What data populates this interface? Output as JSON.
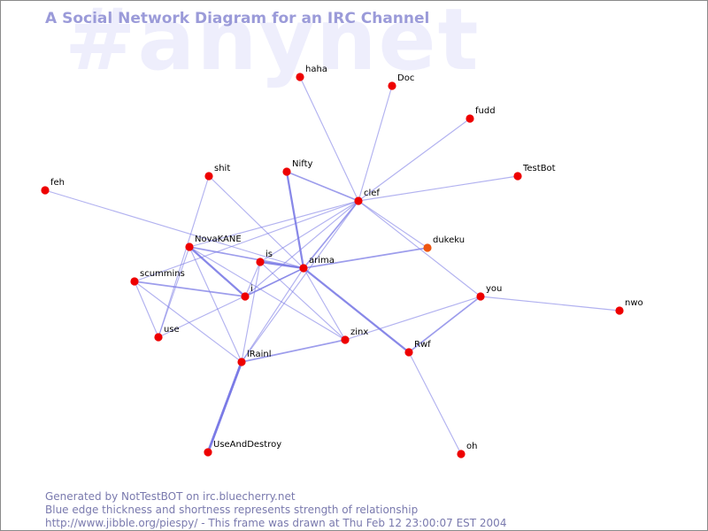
{
  "watermark": "#anynet",
  "title": "A Social Network Diagram for an IRC Channel",
  "footer": {
    "line1": "Generated by NotTestBOT on irc.bluecherry.net",
    "line2": "Blue edge thickness and shortness represents strength of relationship",
    "line3": "http://www.jibble.org/piespy/ - This frame was drawn at Thu Feb 12 23:00:07 EST 2004"
  },
  "colors": {
    "node": "#ee0000",
    "node_highlight": "#ee5511",
    "edge": "#7b7be6",
    "watermark": "#eeeefc",
    "title": "#9b9bd9",
    "footer": "#7a7aae"
  },
  "nodes": [
    {
      "id": "haha",
      "label": "haha"
    },
    {
      "id": "Doc",
      "label": "Doc"
    },
    {
      "id": "fudd",
      "label": "fudd"
    },
    {
      "id": "TestBot",
      "label": "TestBot"
    },
    {
      "id": "feh",
      "label": "feh"
    },
    {
      "id": "shit",
      "label": "shit"
    },
    {
      "id": "Nifty",
      "label": "Nifty"
    },
    {
      "id": "clef",
      "label": "clef"
    },
    {
      "id": "dukeku",
      "label": "dukeku",
      "highlight": true
    },
    {
      "id": "NovaKANE",
      "label": "NovaKANE"
    },
    {
      "id": "is",
      "label": "is"
    },
    {
      "id": "arima",
      "label": "arima"
    },
    {
      "id": "scummins",
      "label": "scummins"
    },
    {
      "id": "i",
      "label": "i"
    },
    {
      "id": "you",
      "label": "you"
    },
    {
      "id": "nwo",
      "label": "nwo"
    },
    {
      "id": "use",
      "label": "use"
    },
    {
      "id": "zinx",
      "label": "zinx"
    },
    {
      "id": "Rwf",
      "label": "Rwf"
    },
    {
      "id": "IRainI",
      "label": "lRainl"
    },
    {
      "id": "UseAndDestroy",
      "label": "UseAndDestroy"
    },
    {
      "id": "oh",
      "label": "oh"
    }
  ],
  "edges": [
    {
      "source": "haha",
      "target": "clef",
      "strength": 1
    },
    {
      "source": "Doc",
      "target": "clef",
      "strength": 1
    },
    {
      "source": "fudd",
      "target": "clef",
      "strength": 1
    },
    {
      "source": "TestBot",
      "target": "clef",
      "strength": 1
    },
    {
      "source": "feh",
      "target": "arima",
      "strength": 1
    },
    {
      "source": "clef",
      "target": "arima",
      "strength": 2
    },
    {
      "source": "clef",
      "target": "NovaKANE",
      "strength": 1
    },
    {
      "source": "clef",
      "target": "is",
      "strength": 1
    },
    {
      "source": "clef",
      "target": "i",
      "strength": 1
    },
    {
      "source": "clef",
      "target": "scummins",
      "strength": 1
    },
    {
      "source": "clef",
      "target": "dukeku",
      "strength": 1
    },
    {
      "source": "clef",
      "target": "you",
      "strength": 1
    },
    {
      "source": "clef",
      "target": "IRainI",
      "strength": 1
    },
    {
      "source": "Nifty",
      "target": "clef",
      "strength": 2
    },
    {
      "source": "Nifty",
      "target": "arima",
      "strength": 3
    },
    {
      "source": "shit",
      "target": "arima",
      "strength": 1
    },
    {
      "source": "shit",
      "target": "use",
      "strength": 1
    },
    {
      "source": "arima",
      "target": "dukeku",
      "strength": 2
    },
    {
      "source": "arima",
      "target": "is",
      "strength": 3
    },
    {
      "source": "arima",
      "target": "NovaKANE",
      "strength": 2
    },
    {
      "source": "arima",
      "target": "i",
      "strength": 2
    },
    {
      "source": "arima",
      "target": "Rwf",
      "strength": 3
    },
    {
      "source": "arima",
      "target": "IRainI",
      "strength": 1
    },
    {
      "source": "arima",
      "target": "zinx",
      "strength": 1
    },
    {
      "source": "arima",
      "target": "use",
      "strength": 1
    },
    {
      "source": "NovaKANE",
      "target": "i",
      "strength": 3
    },
    {
      "source": "NovaKANE",
      "target": "IRainI",
      "strength": 1
    },
    {
      "source": "NovaKANE",
      "target": "use",
      "strength": 1
    },
    {
      "source": "NovaKANE",
      "target": "zinx",
      "strength": 1
    },
    {
      "source": "is",
      "target": "i",
      "strength": 1
    },
    {
      "source": "is",
      "target": "IRainI",
      "strength": 1
    },
    {
      "source": "is",
      "target": "zinx",
      "strength": 1
    },
    {
      "source": "scummins",
      "target": "i",
      "strength": 2
    },
    {
      "source": "scummins",
      "target": "use",
      "strength": 1
    },
    {
      "source": "scummins",
      "target": "IRainI",
      "strength": 1
    },
    {
      "source": "you",
      "target": "nwo",
      "strength": 1
    },
    {
      "source": "you",
      "target": "zinx",
      "strength": 1
    },
    {
      "source": "you",
      "target": "Rwf",
      "strength": 2
    },
    {
      "source": "IRainI",
      "target": "zinx",
      "strength": 2
    },
    {
      "source": "IRainI",
      "target": "UseAndDestroy",
      "strength": 4
    },
    {
      "source": "Rwf",
      "target": "oh",
      "strength": 1
    }
  ]
}
